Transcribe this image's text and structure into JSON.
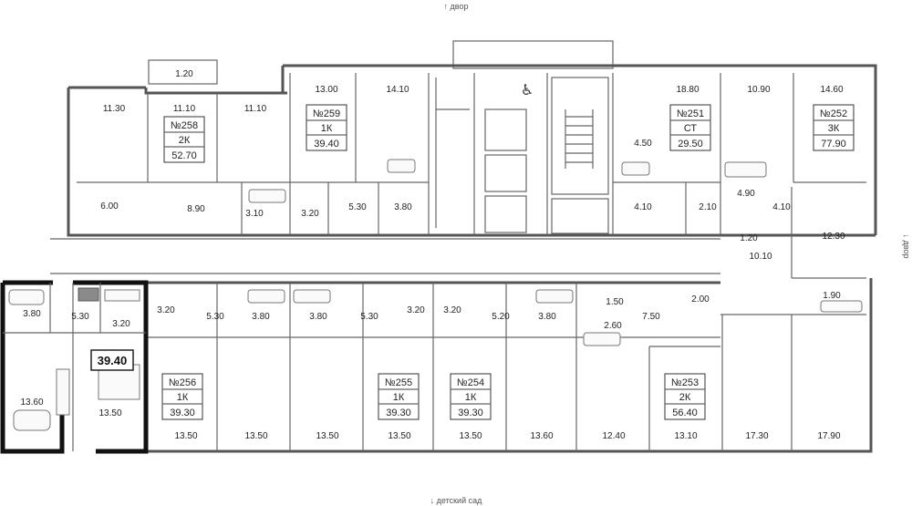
{
  "orientation": {
    "top": "двор",
    "bottom": "детский сад",
    "right": "двор"
  },
  "highlight": {
    "area": "39.40"
  },
  "apartments": {
    "a258": {
      "number": "№258",
      "type": "2К",
      "area": "52.70"
    },
    "a259": {
      "number": "№259",
      "type": "1К",
      "area": "39.40"
    },
    "a251": {
      "number": "№251",
      "type": "СТ",
      "area": "29.50"
    },
    "a252": {
      "number": "№252",
      "type": "3К",
      "area": "77.90"
    },
    "a256": {
      "number": "№256",
      "type": "1К",
      "area": "39.30"
    },
    "a255": {
      "number": "№255",
      "type": "1К",
      "area": "39.30"
    },
    "a254": {
      "number": "№254",
      "type": "1К",
      "area": "39.30"
    },
    "a253": {
      "number": "№253",
      "type": "2К",
      "area": "56.40"
    }
  },
  "rooms": {
    "r01": "1.20",
    "r02": "11.30",
    "r03": "11.10",
    "r04": "11.10",
    "r05": "13.00",
    "r06": "14.10",
    "r07": "18.80",
    "r08": "10.90",
    "r09": "14.60",
    "r10": "6.00",
    "r11": "8.90",
    "r12": "3.10",
    "r13": "3.20",
    "r14": "5.30",
    "r15": "3.80",
    "r16": "4.50",
    "r17": "4.10",
    "r18": "2.10",
    "r19": "4.90",
    "r20": "4.10",
    "r21": "1.20",
    "r22": "12.30",
    "r23": "10.10",
    "r24": "1.90",
    "r25": "3.80",
    "r26": "5.30",
    "r27": "3.20",
    "r28": "3.20",
    "r29": "5.30",
    "r30": "3.80",
    "r31": "3.80",
    "r32": "5.30",
    "r33": "3.20",
    "r34": "3.20",
    "r35": "5.20",
    "r36": "3.80",
    "r37": "1.50",
    "r38": "2.60",
    "r39": "7.50",
    "r40": "2.00",
    "r41": "13.60",
    "r42": "13.50",
    "r43": "13.50",
    "r44": "13.50",
    "r45": "13.50",
    "r46": "13.50",
    "r47": "13.50",
    "r48": "13.60",
    "r49": "12.40",
    "r50": "13.10",
    "r51": "17.30",
    "r52": "17.90"
  }
}
